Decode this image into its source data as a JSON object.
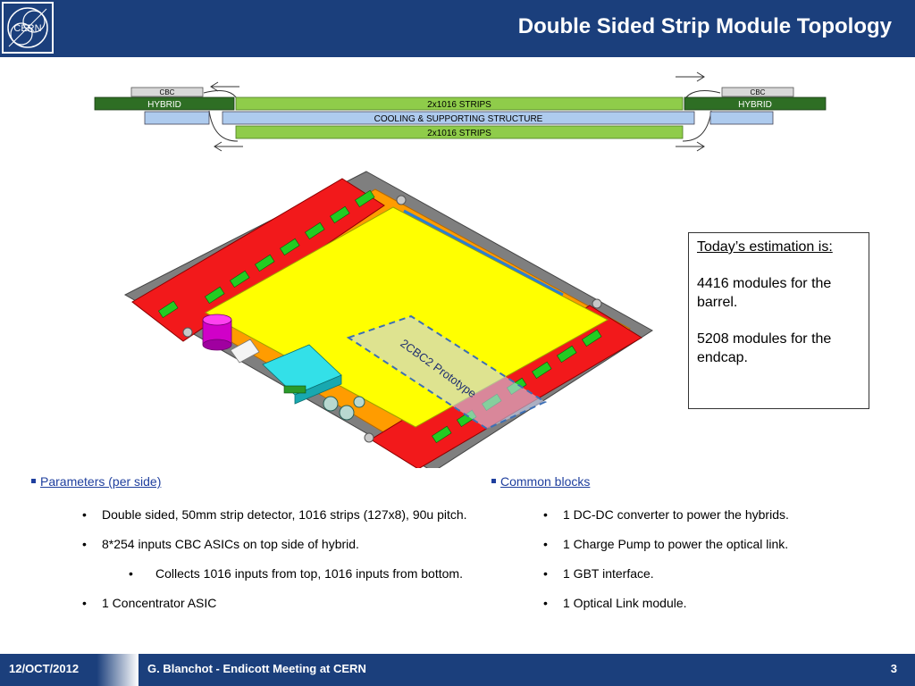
{
  "header": {
    "title": "Double Sided Strip Module Topology",
    "logo_text": "CERN"
  },
  "cross_section": {
    "cbc_label": "CBC",
    "hybrid_label": "HYBRID",
    "strips_label": "2x1016 STRIPS",
    "cooling_label": "COOLING & SUPPORTING STRUCTURE"
  },
  "module_render": {
    "prototype_label": "2CBC2 Prototype"
  },
  "estimation": {
    "heading": "Today’s estimation is:",
    "barrel": "4416 modules for the barrel.",
    "endcap": "5208 modules for the endcap."
  },
  "parameters": {
    "heading": "Parameters (per side)",
    "items": [
      "Double sided, 50mm strip detector, 1016 strips (127x8), 90u pitch.",
      "8*254 inputs CBC ASICs on top side of hybrid.",
      "Collects 1016 inputs from top, 1016 inputs from bottom.",
      "1 Concentrator ASIC"
    ]
  },
  "common_blocks": {
    "heading": "Common blocks",
    "items": [
      "1 DC-DC converter to power the hybrids.",
      "1 Charge Pump to power the optical link.",
      "1 GBT interface.",
      "1 Optical Link module."
    ]
  },
  "bullet_char": "•",
  "footer": {
    "date": "12/OCT/2012",
    "text": "G. Blanchot - Endicott Meeting at CERN",
    "page": "3"
  },
  "colors": {
    "header_bg": "#1b3f7c",
    "hybrid_green": "#2e6e24",
    "strip_green": "#8fcc4a",
    "cooling_blue": "#aecbee",
    "module_red": "#f2191b",
    "sensor_yellow": "#ffff00",
    "frame_orange": "#ff9c00",
    "link_blue": "#1f3f9e"
  },
  "icons": [
    "cern-logo-icon",
    "arrow-left-icon",
    "arrow-right-icon",
    "bullet-square-icon"
  ]
}
